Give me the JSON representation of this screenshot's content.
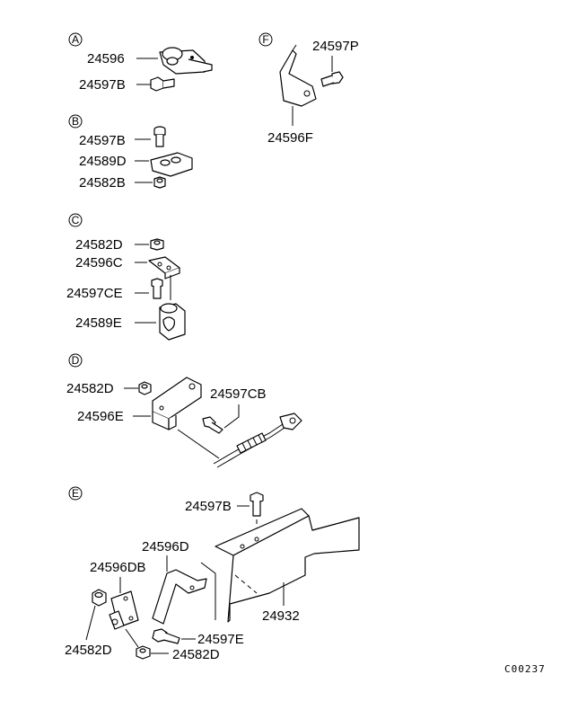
{
  "sections": {
    "a": {
      "letter": "A",
      "labels": [
        "24596",
        "24597B"
      ]
    },
    "b": {
      "letter": "B",
      "labels": [
        "24597B",
        "24589D",
        "24582B"
      ]
    },
    "c": {
      "letter": "C",
      "labels": [
        "24582D",
        "24596C",
        "24597CE",
        "24589E"
      ]
    },
    "d": {
      "letter": "D",
      "labels": [
        "24582D",
        "24596E",
        "24597CB"
      ]
    },
    "e": {
      "letter": "E",
      "labels": [
        "24597B",
        "24596D",
        "24596DB",
        "24932",
        "24582D",
        "24597E",
        "24582D"
      ]
    },
    "f": {
      "letter": "F",
      "labels": [
        "24597P",
        "24596F"
      ]
    }
  },
  "diagram_code": "C00237"
}
